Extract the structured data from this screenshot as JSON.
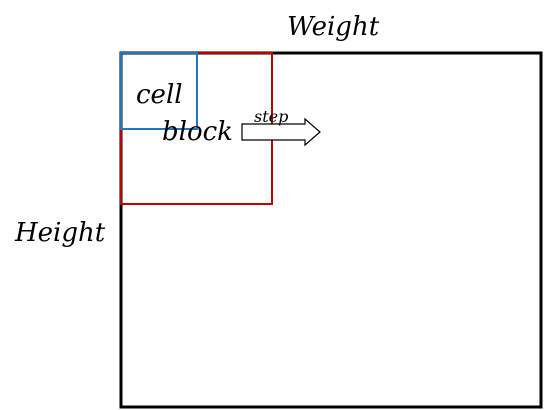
{
  "labels": {
    "width_axis": "Weight",
    "height_axis": "Height",
    "cell": "cell",
    "block": "block",
    "step": "step"
  },
  "colors": {
    "image_border": "#000000",
    "block_border": "#c00000",
    "cell_border": "#1f77c4",
    "arrow_stroke": "#000000",
    "arrow_fill": "#ffffff"
  }
}
